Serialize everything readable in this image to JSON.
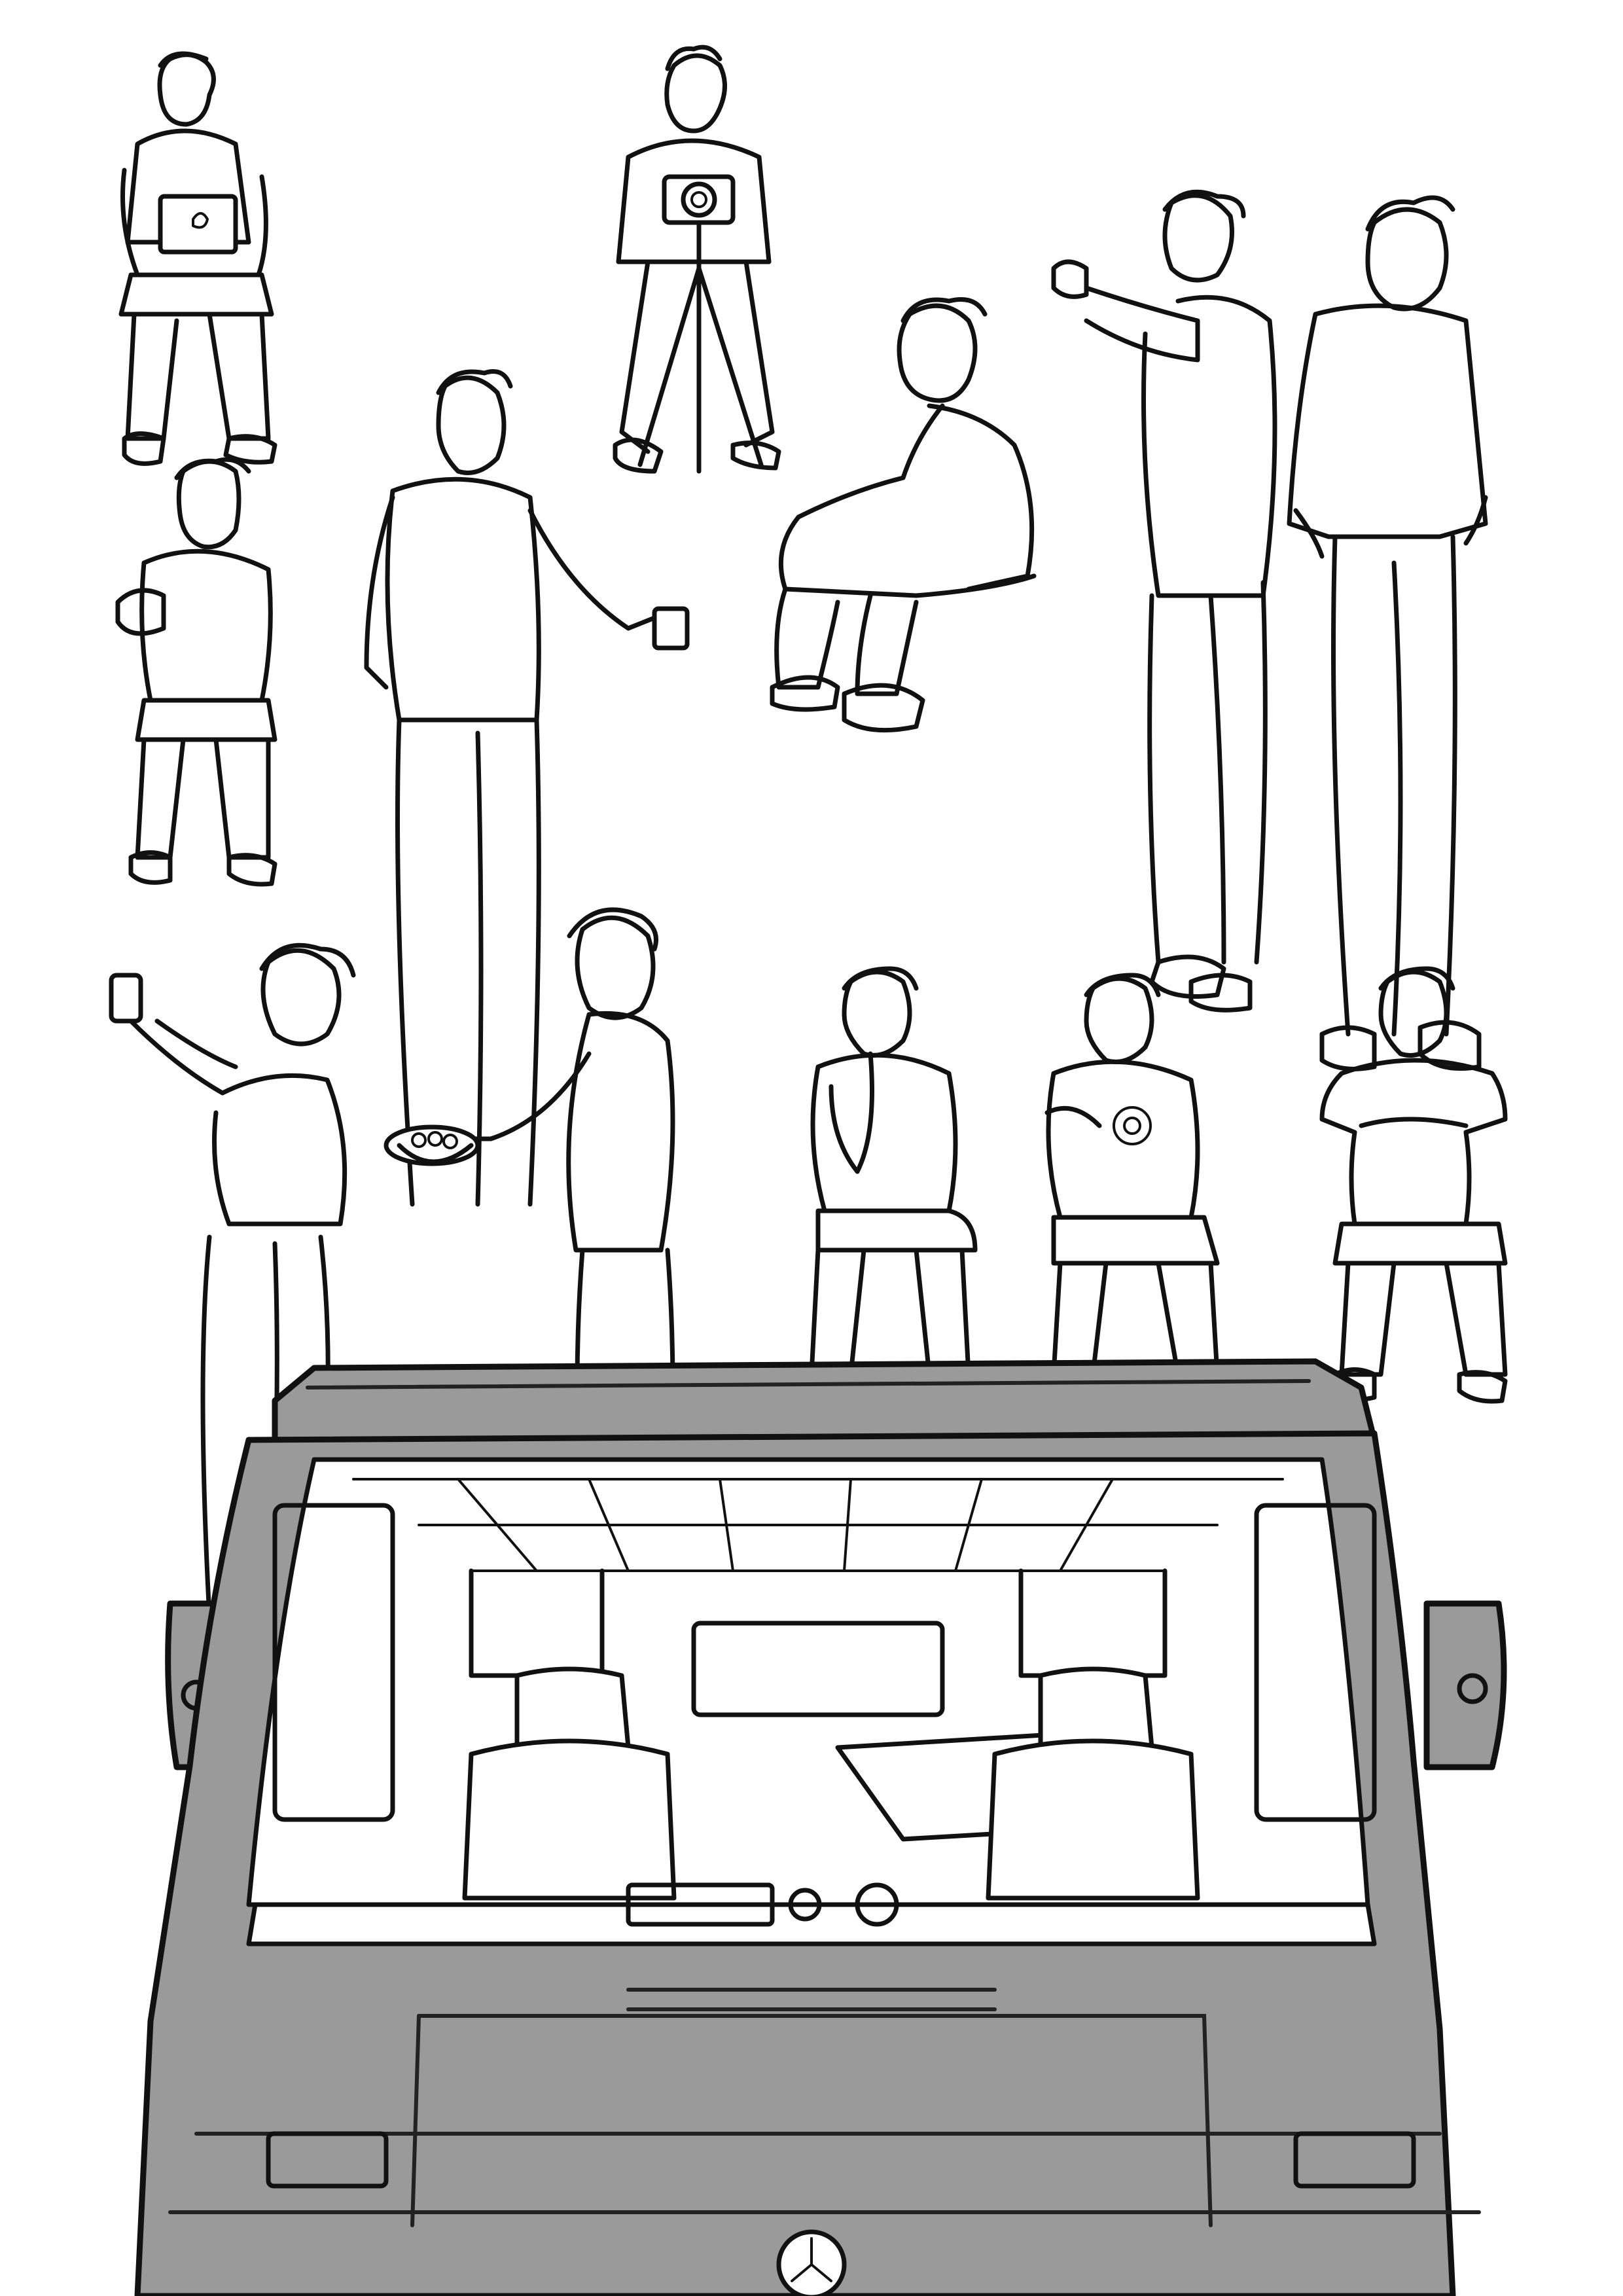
{
  "sheet": {
    "background": "#ffffff",
    "ink_color": "#111111",
    "van_body_color": "#9a9a9a"
  },
  "figures_row_top": [
    {
      "pose": "seated-with-laptop"
    },
    {
      "pose": "standing-with-camera-on-tripod"
    },
    {
      "pose": "seated-sideways"
    },
    {
      "pose": "standing-pointing"
    },
    {
      "pose": "standing-in-hoodie"
    },
    {
      "pose": "seated-holding-object"
    },
    {
      "pose": "standing-holding-cup"
    }
  ],
  "figures_row_middle": [
    {
      "pose": "standing-taking-selfie"
    },
    {
      "pose": "standing-holding-frying-pan"
    },
    {
      "pose": "seated-chin-in-hand"
    },
    {
      "pose": "seated-gesturing"
    },
    {
      "pose": "seated-arms-folded"
    }
  ],
  "van": {
    "view": "front-view-camper-van-with-interior"
  }
}
